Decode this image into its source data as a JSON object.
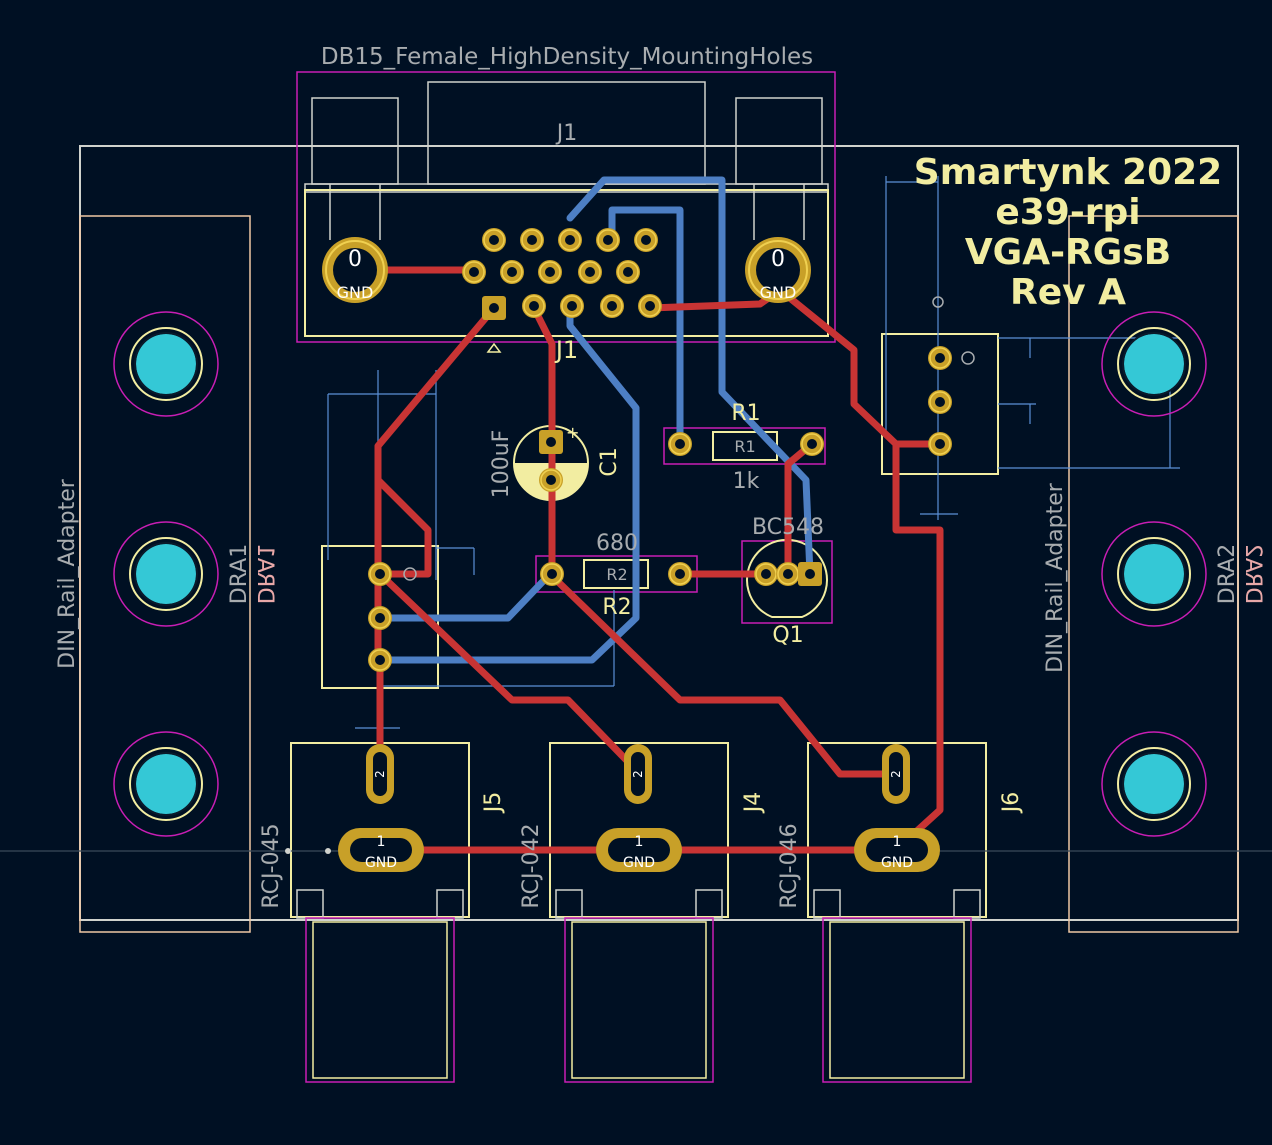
{
  "footprint_labels": {
    "db15": "DB15_Female_HighDensity_MountingHoles",
    "j1_top": "J1",
    "j1_bottom": "J1",
    "c1_value": "100uF",
    "c1_ref": "C1",
    "r1_ref": "R1",
    "r1_body": "R1",
    "r1_value": "1k",
    "r2_value": "680",
    "r2_body": "R2",
    "r2_ref": "R2",
    "q1_value": "BC548",
    "q1_ref": "Q1",
    "j5_ref": "J5",
    "j4_ref": "J4",
    "j6_ref": "J6",
    "j5_value": "RCJ-045",
    "j4_value": "RCJ-042",
    "j6_value": "RCJ-046",
    "dra1_value": "DIN_Rail_Adapter",
    "dra1_ref": "DRA1",
    "dra1_back": "DRA1",
    "dra2_value": "DIN_Rail_Adapter",
    "dra2_ref": "DRA2",
    "dra2_back": "DRA2"
  },
  "silkscreen_title": {
    "line1": "Smartynk 2022",
    "line2": "e39-rpi",
    "line3": "VGA-RGsB",
    "line4": "Rev A"
  },
  "pad_labels": {
    "gnd": "GND",
    "zero": "0",
    "one": "1",
    "two": "2"
  },
  "colors": {
    "background": "#001023",
    "board_edge": "#d0d2cd",
    "fab": "#efc8a4",
    "courtyard": "#c81eb4",
    "silk": "#f2eda1",
    "pad": "#c8a028",
    "pad_highlight": "#f0d050",
    "hole": "#34c8d6",
    "track_front": "#c83434",
    "track_back": "#4d7fc4",
    "dimension": "#5b8fd6",
    "grey_text": "#a8acaf"
  }
}
